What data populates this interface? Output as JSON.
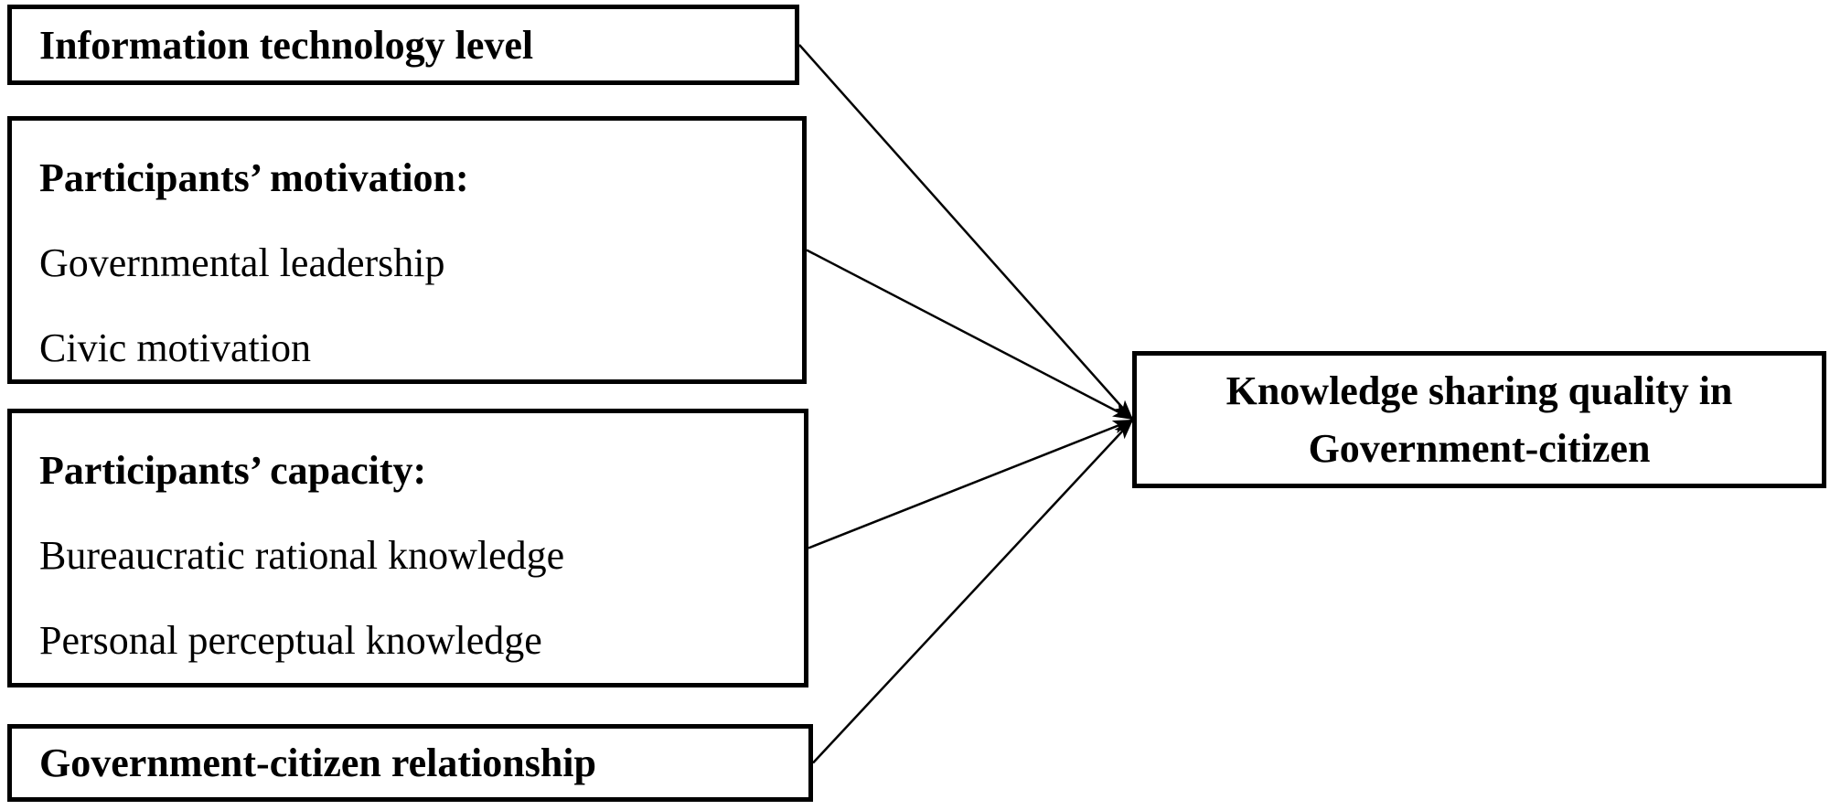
{
  "diagram": {
    "colors": {
      "background": "#ffffff",
      "border": "#000000",
      "text": "#000000",
      "arrow": "#000000"
    },
    "factors": [
      {
        "id": "information-technology-level",
        "title": "Information technology level",
        "items": []
      },
      {
        "id": "participants-motivation",
        "title": "Participants’ motivation:",
        "items": [
          "Governmental leadership",
          "Civic motivation"
        ]
      },
      {
        "id": "participants-capacity",
        "title": "Participants’ capacity:",
        "items": [
          "Bureaucratic rational knowledge",
          "Personal perceptual knowledge"
        ]
      },
      {
        "id": "government-citizen-relationship",
        "title": "Government-citizen relationship",
        "items": []
      }
    ],
    "outcome": {
      "id": "knowledge-sharing-quality",
      "title_lines": [
        "Knowledge sharing quality in",
        "Government-citizen"
      ]
    },
    "edges": [
      {
        "from": "information-technology-level",
        "to": "knowledge-sharing-quality"
      },
      {
        "from": "participants-motivation",
        "to": "knowledge-sharing-quality"
      },
      {
        "from": "participants-capacity",
        "to": "knowledge-sharing-quality"
      },
      {
        "from": "government-citizen-relationship",
        "to": "knowledge-sharing-quality"
      }
    ]
  }
}
